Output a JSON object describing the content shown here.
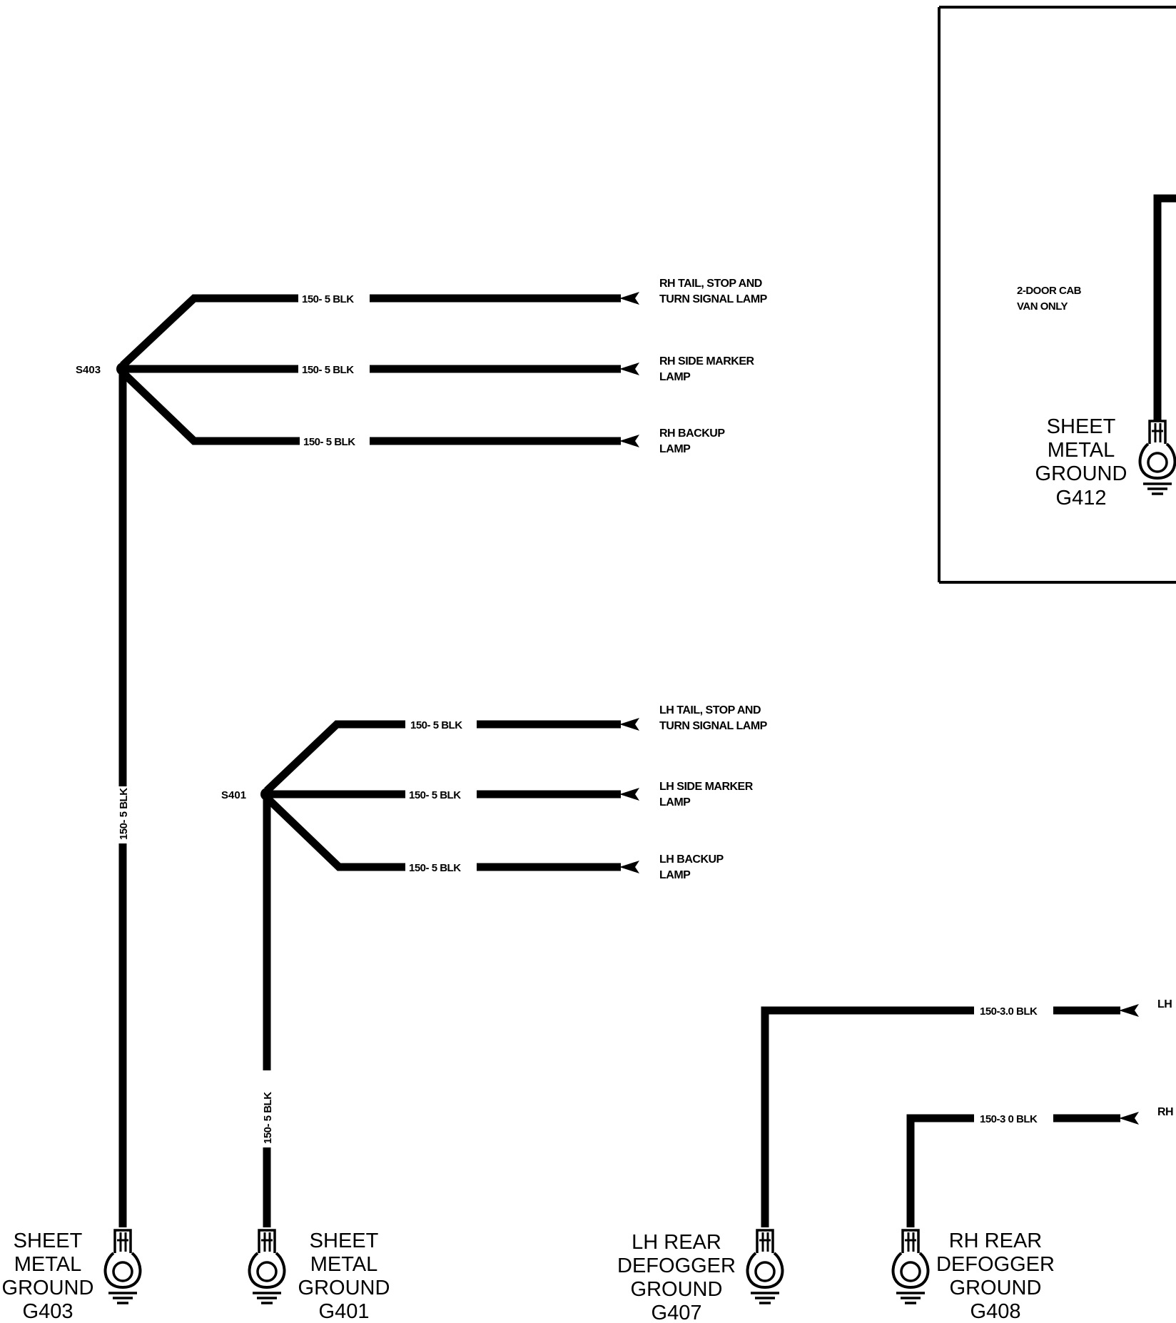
{
  "splices": {
    "s403": "S403",
    "s401": "S401"
  },
  "wires": {
    "s403_top": "150- 5 BLK",
    "s403_mid": "150- 5 BLK",
    "s403_bot": "150- 5 BLK",
    "s403_vert": "150- 5 BLK",
    "s401_top": "150- 5 BLK",
    "s401_mid": "150- 5 BLK",
    "s401_bot": "150- 5 BLK",
    "s401_vert": "150- 5 BLK",
    "g407_wire": "150-3.0 BLK",
    "g408_wire": "150-3 0 BLK"
  },
  "destinations": {
    "rh_tail": [
      "RH TAIL, STOP AND",
      "TURN SIGNAL LAMP"
    ],
    "rh_side": [
      "RH SIDE MARKER",
      "LAMP"
    ],
    "rh_backup": [
      "RH BACKUP",
      "LAMP"
    ],
    "lh_tail": [
      "LH TAIL, STOP AND",
      "TURN SIGNAL LAMP"
    ],
    "lh_side": [
      "LH SIDE MARKER",
      "LAMP"
    ],
    "lh_backup": [
      "LH BACKUP",
      "LAMP"
    ],
    "lh_cut": "LH",
    "rh_cut": "RH"
  },
  "box_note": [
    "2-DOOR CAB",
    "VAN ONLY"
  ],
  "grounds": {
    "g412": [
      "SHEET",
      "METAL",
      "GROUND",
      "G412"
    ],
    "g403": [
      "SHEET",
      "METAL",
      "GROUND",
      "G403"
    ],
    "g401": [
      "SHEET",
      "METAL",
      "GROUND",
      "G401"
    ],
    "g407": [
      "LH REAR",
      "DEFOGGER",
      "GROUND",
      "G407"
    ],
    "g408": [
      "RH REAR",
      "DEFOGGER",
      "GROUND",
      "G408"
    ]
  }
}
